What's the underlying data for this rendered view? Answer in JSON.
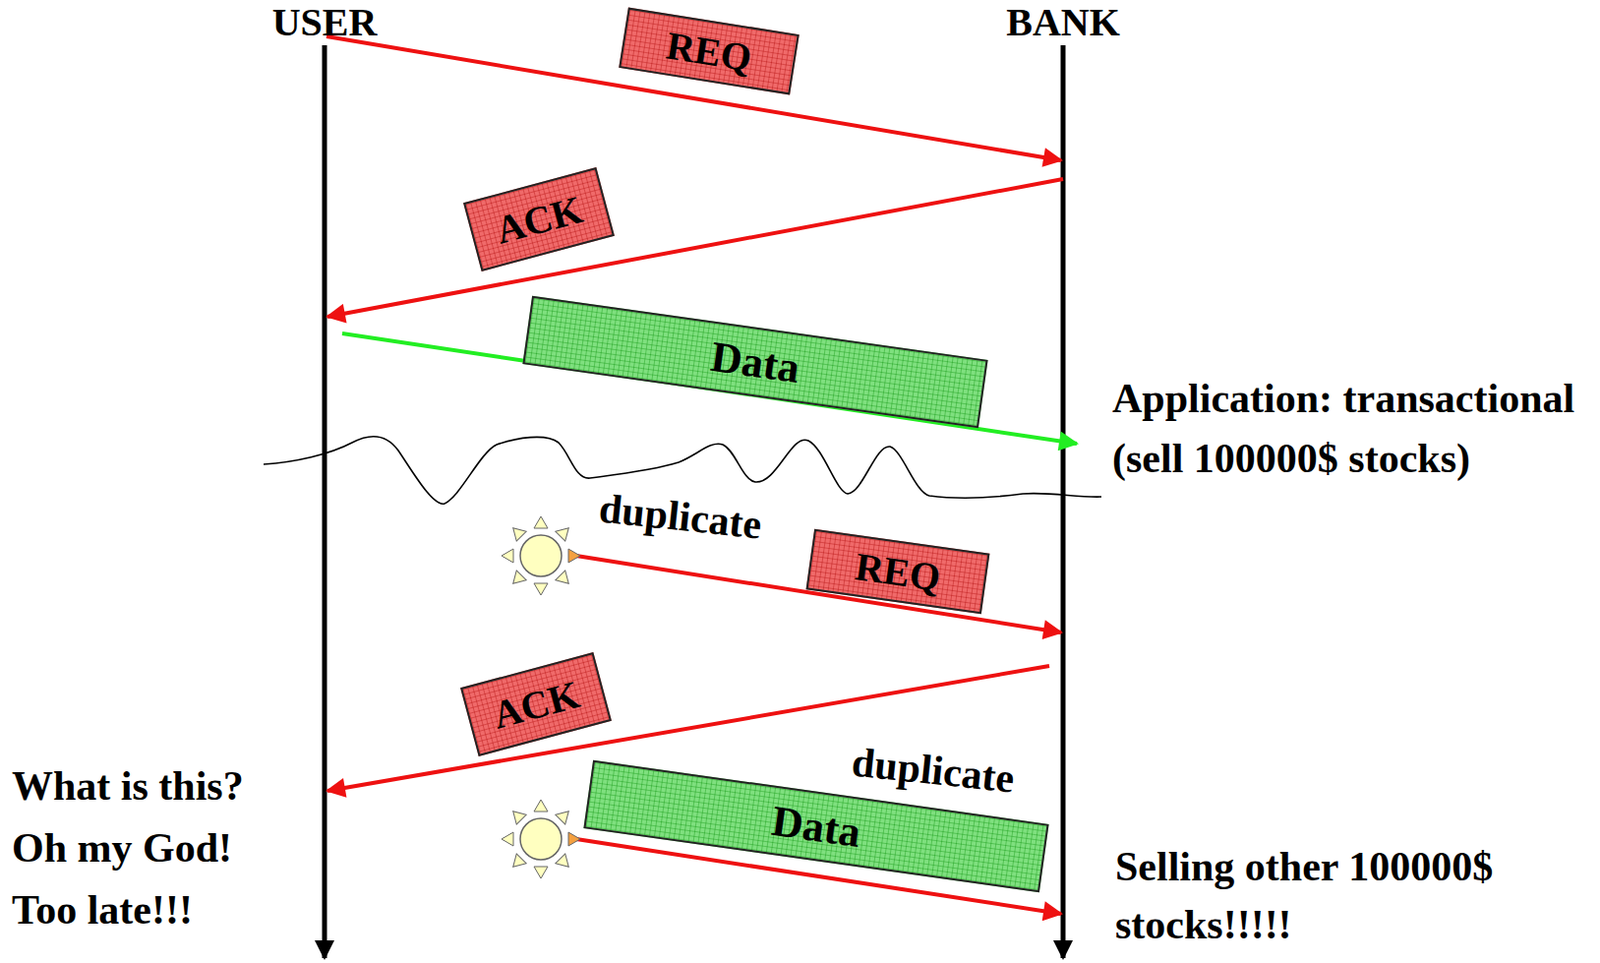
{
  "diagram": {
    "nodes": [
      {
        "text": [
          "REQ"
        ]
      },
      {
        "text": [
          "ACK"
        ]
      },
      {
        "text": [
          "Data"
        ]
      },
      {
        "text": [
          "REQ"
        ]
      },
      {
        "text": [
          "ACK"
        ]
      },
      {
        "text": [
          "Data"
        ]
      }
    ],
    "labels": [
      "USER",
      "BANK",
      "Application: transactional (sell 100000$ stocks)",
      "duplicate",
      "duplicate",
      "What is this? Oh my God! Too late!!!",
      "Selling other 100000$ stocks!!!!!"
    ]
  }
}
